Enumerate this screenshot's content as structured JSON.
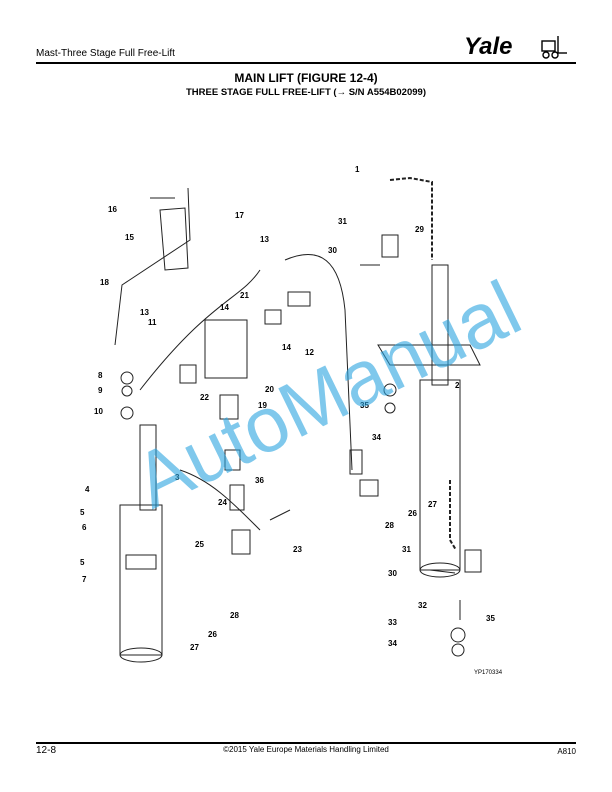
{
  "header": {
    "section_title": "Mast-Three Stage Full Free-Lift",
    "brand": "Yale"
  },
  "title": {
    "main": "MAIN LIFT (FIGURE 12-4)",
    "sub": "THREE STAGE FULL FREE-LIFT  (→ S/N A554B02099)"
  },
  "figure": {
    "code": "YP170334",
    "callouts": [
      "1",
      "2",
      "3",
      "4",
      "5",
      "5",
      "6",
      "7",
      "8",
      "9",
      "10",
      "11",
      "12",
      "13",
      "13",
      "14",
      "14",
      "15",
      "16",
      "17",
      "18",
      "19",
      "20",
      "21",
      "22",
      "23",
      "24",
      "25",
      "26",
      "26",
      "27",
      "27",
      "28",
      "28",
      "29",
      "30",
      "30",
      "31",
      "31",
      "32",
      "33",
      "34",
      "34",
      "35",
      "35",
      "36"
    ]
  },
  "watermark": {
    "text": "AutoManual"
  },
  "footer": {
    "page": "12-8",
    "copyright": "©2015 Yale Europe Materials Handling Limited",
    "doc_code": "A810"
  }
}
